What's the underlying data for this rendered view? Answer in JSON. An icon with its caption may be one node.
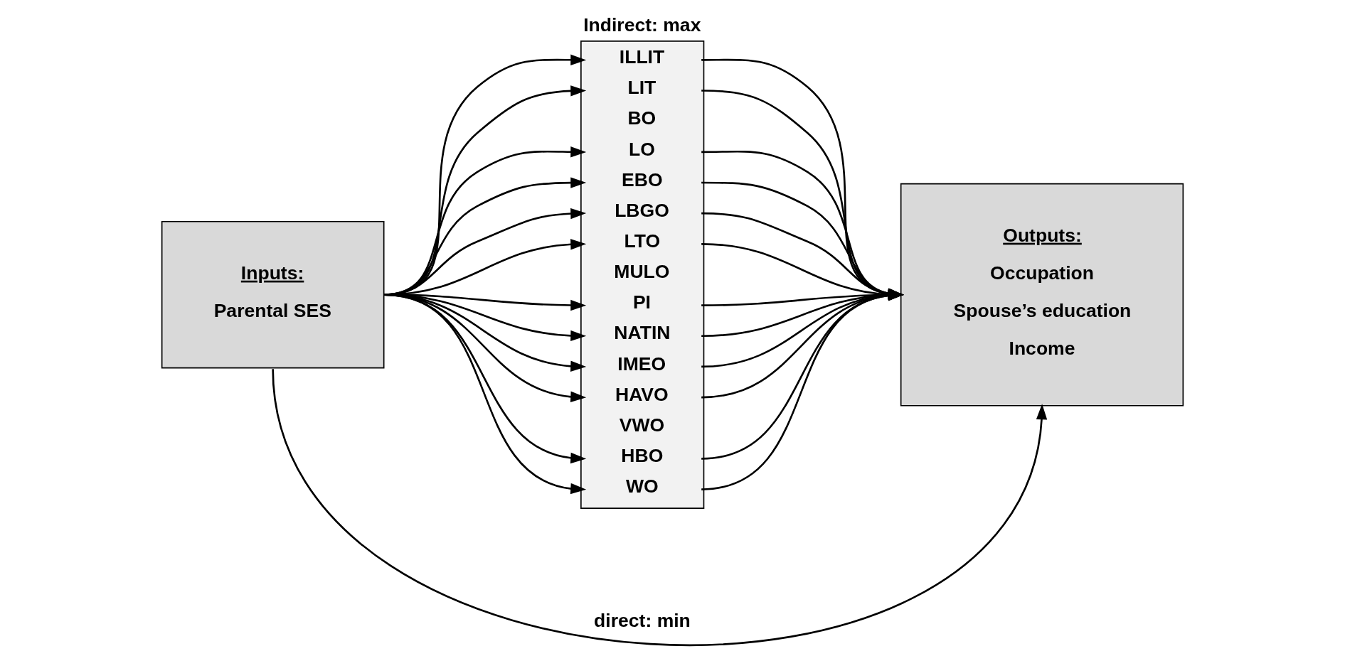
{
  "diagram": {
    "nodes": [
      {
        "text": [
          "Inputs:",
          "Parental SES"
        ]
      },
      {
        "text": [
          "Indirect: max",
          "ILLIT",
          "LIT",
          "BO",
          "LO",
          "EBO",
          "LBGO",
          "LTO",
          "MULO",
          "PI",
          "NATIN",
          "IMEO",
          "HAVO",
          "VWO",
          "HBO",
          "WO"
        ]
      },
      {
        "text": [
          "Outputs:",
          "Occupation",
          "Spouse’s education",
          "Income"
        ]
      }
    ],
    "edges": [
      {
        "from": 0,
        "to": 1,
        "arrow": "to"
      },
      {
        "from": 0,
        "to": 1,
        "arrow": "to"
      },
      {
        "from": 0,
        "to": 1,
        "arrow": "to"
      },
      {
        "from": 0,
        "to": 1,
        "arrow": "to"
      },
      {
        "from": 0,
        "to": 1,
        "arrow": "to"
      },
      {
        "from": 0,
        "to": 1,
        "arrow": "to"
      },
      {
        "from": 0,
        "to": 1,
        "arrow": "to"
      },
      {
        "from": 0,
        "to": 1,
        "arrow": "to"
      },
      {
        "from": 0,
        "to": 1,
        "arrow": "to"
      },
      {
        "from": 0,
        "to": 1,
        "arrow": "to"
      },
      {
        "from": 0,
        "to": 1,
        "arrow": "to"
      },
      {
        "from": 0,
        "to": 1,
        "arrow": "to"
      },
      {
        "from": 1,
        "to": 2,
        "arrow": "to"
      },
      {
        "from": 1,
        "to": 2,
        "arrow": "to"
      },
      {
        "from": 1,
        "to": 2,
        "arrow": "to"
      },
      {
        "from": 1,
        "to": 2,
        "arrow": "to"
      },
      {
        "from": 1,
        "to": 2,
        "arrow": "to"
      },
      {
        "from": 1,
        "to": 2,
        "arrow": "to"
      },
      {
        "from": 1,
        "to": 2,
        "arrow": "to"
      },
      {
        "from": 1,
        "to": 2,
        "arrow": "to"
      },
      {
        "from": 1,
        "to": 2,
        "arrow": "to"
      },
      {
        "from": 1,
        "to": 2,
        "arrow": "to"
      },
      {
        "from": 1,
        "to": 2,
        "arrow": "to"
      },
      {
        "from": 1,
        "to": 2,
        "arrow": "to"
      },
      {
        "from": 0,
        "to": 2,
        "arrow": "to",
        "label": "direct: min"
      }
    ]
  }
}
